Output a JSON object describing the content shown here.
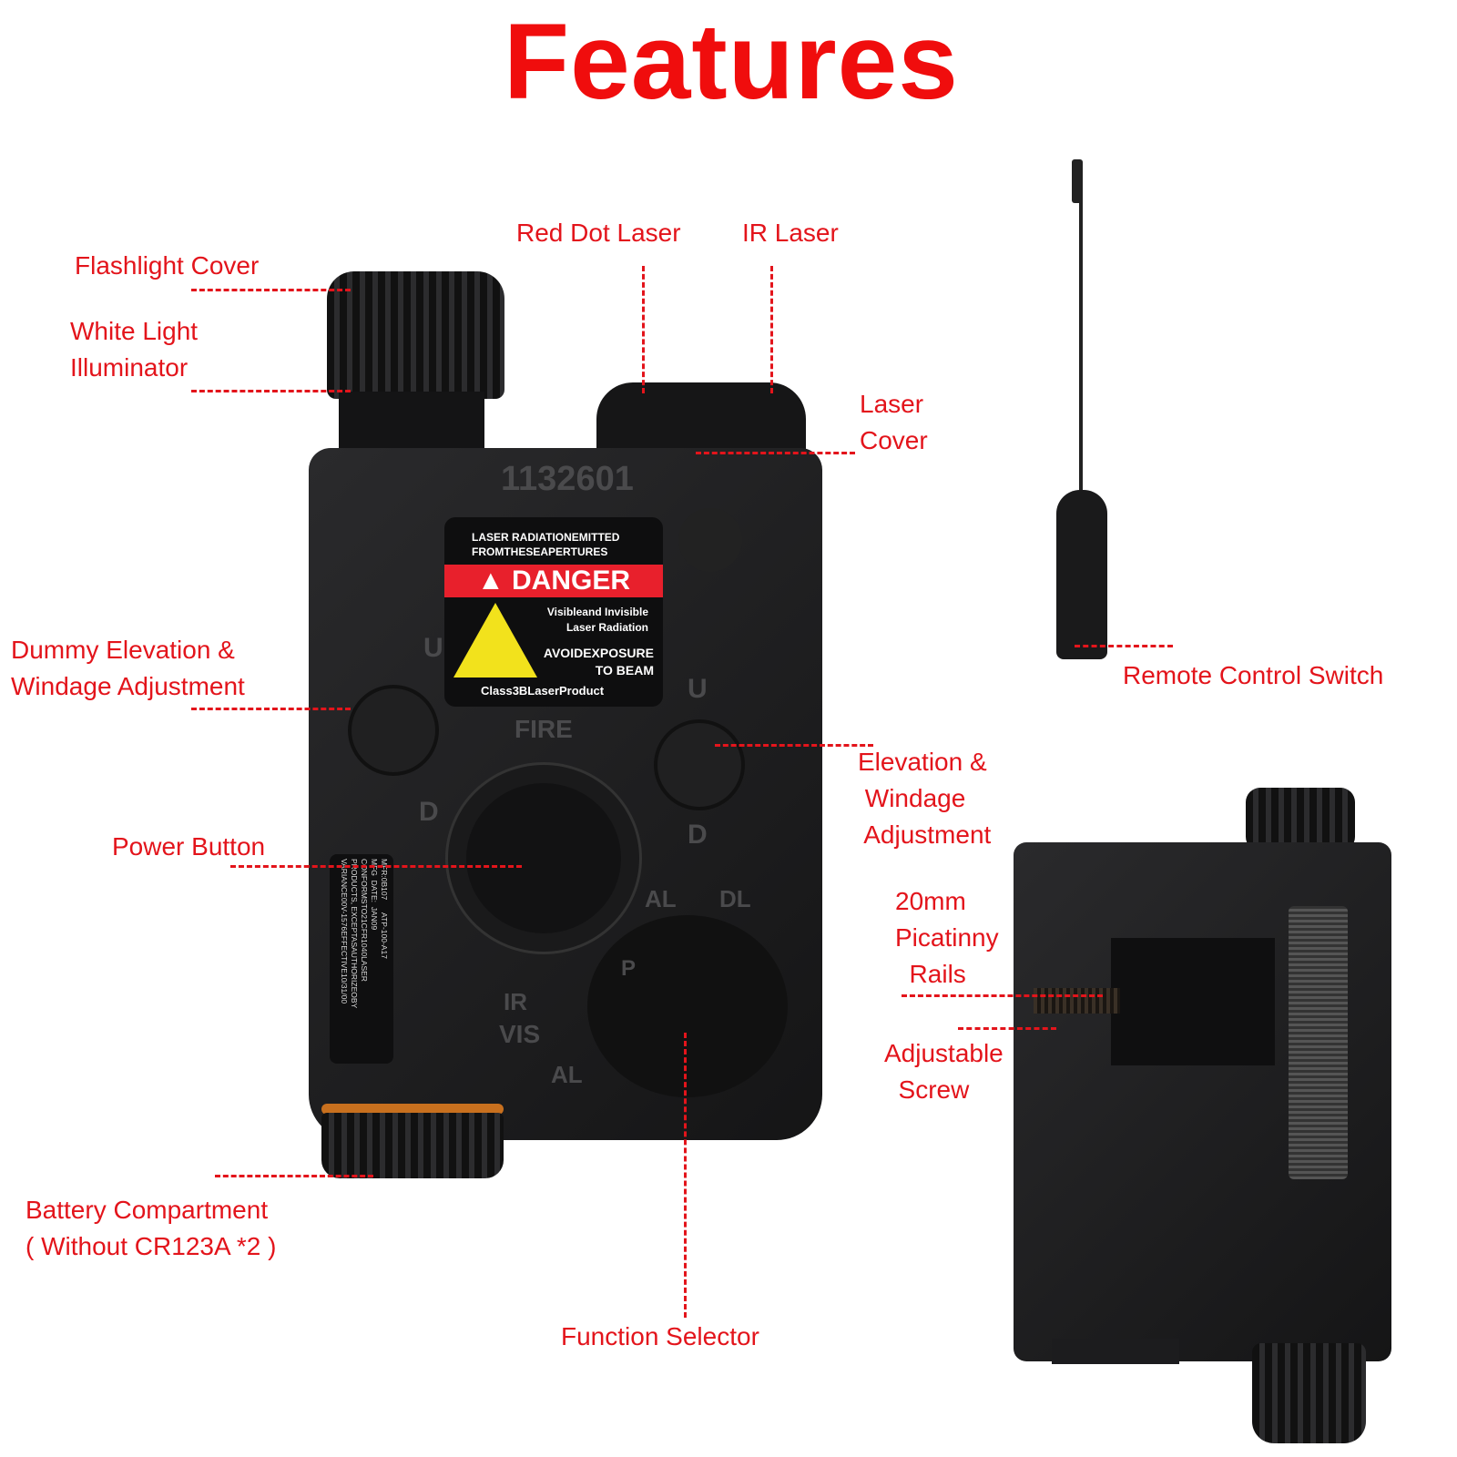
{
  "title": "Features",
  "labels": {
    "flashlight_cover": "Flashlight Cover",
    "white_light": "White Light\nIlluminator",
    "red_dot_laser": "Red Dot Laser",
    "ir_laser": "IR Laser",
    "laser_cover": "Laser\nCover",
    "remote_switch": "Remote Control Switch",
    "dummy_elevation": "Dummy Elevation &\nWindage Adjustment",
    "elevation": "Elevation &\n Windage\n Adjustment",
    "power_button": "Power Button",
    "picatinny": "20mm\nPicatinny\n  Rails",
    "adjustable_screw": "Adjustable\n  Screw",
    "battery": "Battery Compartment\n( Without CR123A *2 )",
    "function_selector": "Function Selector"
  },
  "device": {
    "serial": "1132601",
    "warning_top": "LASER RADIATIONEMITTED\nFROMTHESEAPERTURES",
    "danger": "DANGER",
    "warning_mid": "Visibleand Invisible\nLaser Radiation",
    "avoid": "AVOIDEXPOSURE\nTO BEAM",
    "class": "Class3BLaserProduct",
    "plate": "MFR:0B107      ATP-100-A17\nMFG  DATE:  JAN09\nCONFORMSTO21CFR1040LASER\nPRODUCTS, EXCEPTASAUTHORIZEOBY\nVARIANCE00V-1576EFFECTIVE10/31/00",
    "fire": "FIRE",
    "u": "U",
    "d": "D",
    "al": "AL",
    "dl": "DL",
    "ir": "IR",
    "vis": "VIS",
    "p": "P"
  },
  "colors": {
    "accent": "#e3141b",
    "title": "#f00d0d",
    "danger_band": "#e8202c",
    "warning_yellow": "#f2e21c"
  }
}
